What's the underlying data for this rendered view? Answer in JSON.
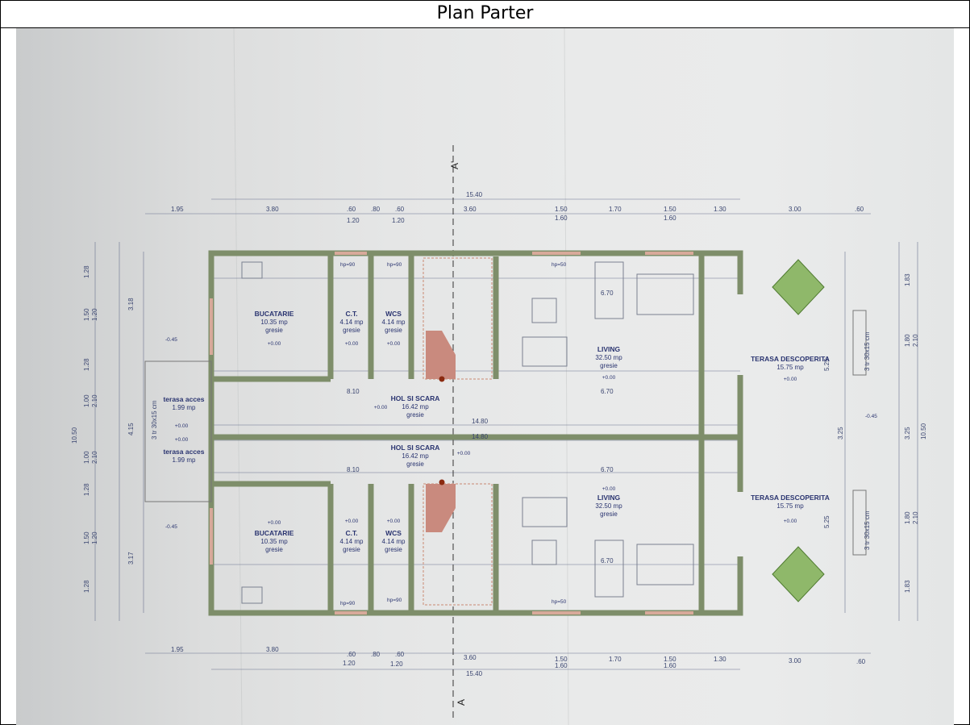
{
  "title": "Plan Parter",
  "plan": {
    "section_top": "A'",
    "section_bottom": "A",
    "total_width": "15.40",
    "total_depth": "10.50",
    "top_chain": [
      "1.95",
      "3.80",
      ".60",
      ".80",
      ".60",
      "3.60",
      "1.50",
      "1.70",
      "1.50",
      "1.30",
      "3.00",
      ".60"
    ],
    "sub_chain": [
      "1.20",
      "1.20",
      "1.60",
      "1.60"
    ],
    "left_chain": [
      "1.28",
      "1.50",
      "1.20",
      "1.28",
      "1.00",
      "2.10",
      "1.00",
      "2.10",
      "1.28",
      "1.50",
      "1.20",
      "1.28"
    ],
    "left_outer": [
      "3.18",
      "4.15",
      "3.17"
    ],
    "right_chain": [
      "1.83",
      "1.80",
      "2.10",
      "3.25",
      "1.80",
      "2.10",
      "1.83"
    ],
    "right_outer": [
      "5.25",
      "3.25",
      "5.25"
    ],
    "stairs_note": "3 tr 30x15 cm",
    "exterior_level": "-0.45",
    "hp90": "hp=90",
    "hp50": "hp=50",
    "corridor_len": "14.80",
    "hall_len": "8.10",
    "living_len": "6.70",
    "units": [
      {
        "rooms": [
          {
            "name": "BUCATARIE",
            "area": "10.35 mp",
            "finish": "gresie",
            "level": "+0.00"
          },
          {
            "name": "C.T.",
            "area": "4.14 mp",
            "finish": "gresie",
            "level": "+0.00"
          },
          {
            "name": "WCS",
            "area": "4.14 mp",
            "finish": "gresie",
            "level": "+0.00"
          },
          {
            "name": "HOL SI SCARA",
            "area": "16.42 mp",
            "finish": "gresie",
            "level": "+0.00"
          },
          {
            "name": "LIVING",
            "area": "32.50 mp",
            "finish": "gresie",
            "level": "+0.00"
          },
          {
            "name": "TERASA DESCOPERITA",
            "area": "15.75 mp",
            "finish": "",
            "level": "+0.00"
          },
          {
            "name": "terasa acces",
            "area": "1.99 mp",
            "finish": "",
            "level": "+0.00"
          }
        ]
      },
      {
        "rooms": [
          {
            "name": "BUCATARIE",
            "area": "10.35 mp",
            "finish": "gresie",
            "level": "+0.00"
          },
          {
            "name": "C.T.",
            "area": "4.14 mp",
            "finish": "gresie",
            "level": "+0.00"
          },
          {
            "name": "WCS",
            "area": "4.14 mp",
            "finish": "gresie",
            "level": "+0.00"
          },
          {
            "name": "HOL SI SCARA",
            "area": "16.42 mp",
            "finish": "gresie",
            "level": "+0.00"
          },
          {
            "name": "LIVING",
            "area": "32.50 mp",
            "finish": "gresie",
            "level": "+0.00"
          },
          {
            "name": "TERASA DESCOPERITA",
            "area": "15.75 mp",
            "finish": "",
            "level": "+0.00"
          },
          {
            "name": "terasa acces",
            "area": "1.99 mp",
            "finish": "",
            "level": "+0.00"
          }
        ]
      }
    ]
  },
  "colors": {
    "wall": "#8fa37a",
    "dim": "#3a4570",
    "stair_fill": "#c98a7e",
    "window": "#d8a99a",
    "plant": "#6f9a4a"
  }
}
